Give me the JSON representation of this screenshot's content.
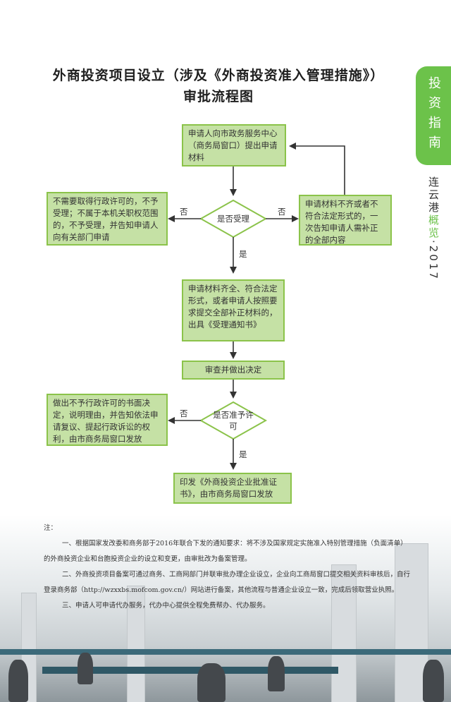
{
  "title": {
    "line1": "外商投资项目设立（涉及《外商投资准入管理措施》）",
    "line2": "审批流程图"
  },
  "side_tab": {
    "text": "投资指南"
  },
  "side_vertical": {
    "part1": "连云港",
    "part2": "概览",
    "part3": "·2017"
  },
  "flow": {
    "apply": "申请人向市政务服务中心（商务局窗口）提出申请材料",
    "reject_left": "不需要取得行政许可的，不予受理；不属于本机关职权范围的，不予受理，并告知申请人向有关部门申请",
    "decision1": "是否受理",
    "incomplete_right": "申请材料不齐或者不符合法定形式的，一次告知申请人需补正的全部内容",
    "complete": "申请材料齐全、符合法定形式，或者申请人按照要求提交全部补正材料的，出具《受理通知书》",
    "review": "审查并做出决定",
    "refuse": "做出不予行政许可的书面决定，说明理由，并告知依法申请复议、提起行政诉讼的权利，由市商务局窗口发放",
    "decision2": "是否准予许可",
    "issue": "印发《外商投资企业批准证书》，由市商务局窗口发放",
    "label_no": "否",
    "label_yes": "是"
  },
  "notes": {
    "heading": "注：",
    "n1": "一、根据国家发改委和商务部于2016年联合下发的通知要求：将不涉及国家规定实施准入特别管理措施（负面清单）的外商投资企业和台胞投资企业的设立和变更，由审批改为备案管理。",
    "n2": "二、外商投资项目备案可通过商务、工商网部门并联审批办理企业设立，企业向工商局窗口提交相关资料审核后，自行登录商务部（http://wzxxbs.mofcom.gov.cn/）网站进行备案，其他流程与普通企业设立一致，完成后领取营业执照。",
    "n3": "三、申请人可申请代办服务，代办中心提供全程免费帮办、代办服务。"
  }
}
